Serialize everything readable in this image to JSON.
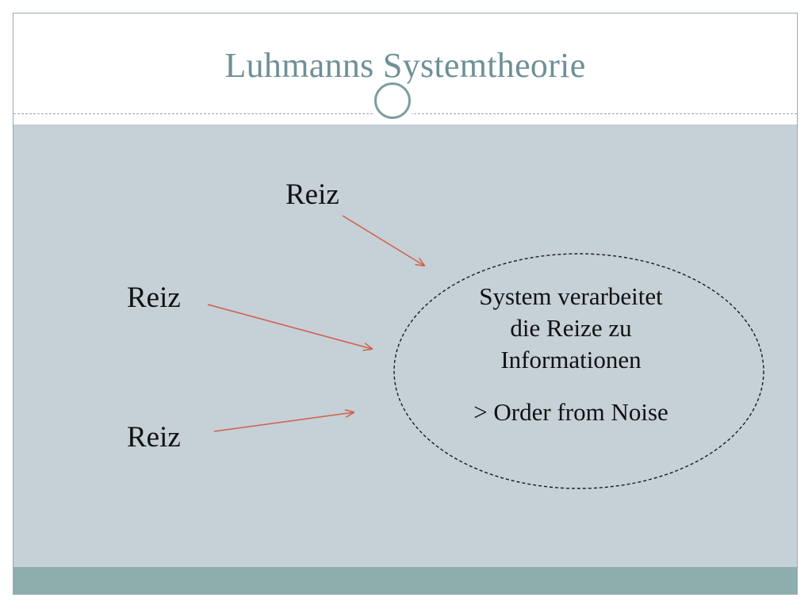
{
  "slide": {
    "title": "Luhmanns Systemtheorie"
  },
  "diagram": {
    "stimuli": [
      "Reiz",
      "Reiz",
      "Reiz"
    ],
    "system": {
      "lines": [
        "System verarbeitet",
        "die Reize zu",
        "Informationen"
      ],
      "principle": "> Order from Noise"
    },
    "colors": {
      "arrow": "#d0604a",
      "ellipse": "#1a1a1a",
      "title": "#6e9097",
      "content_bg": "#c6d0d7",
      "footer_bg": "#8eadad"
    }
  }
}
